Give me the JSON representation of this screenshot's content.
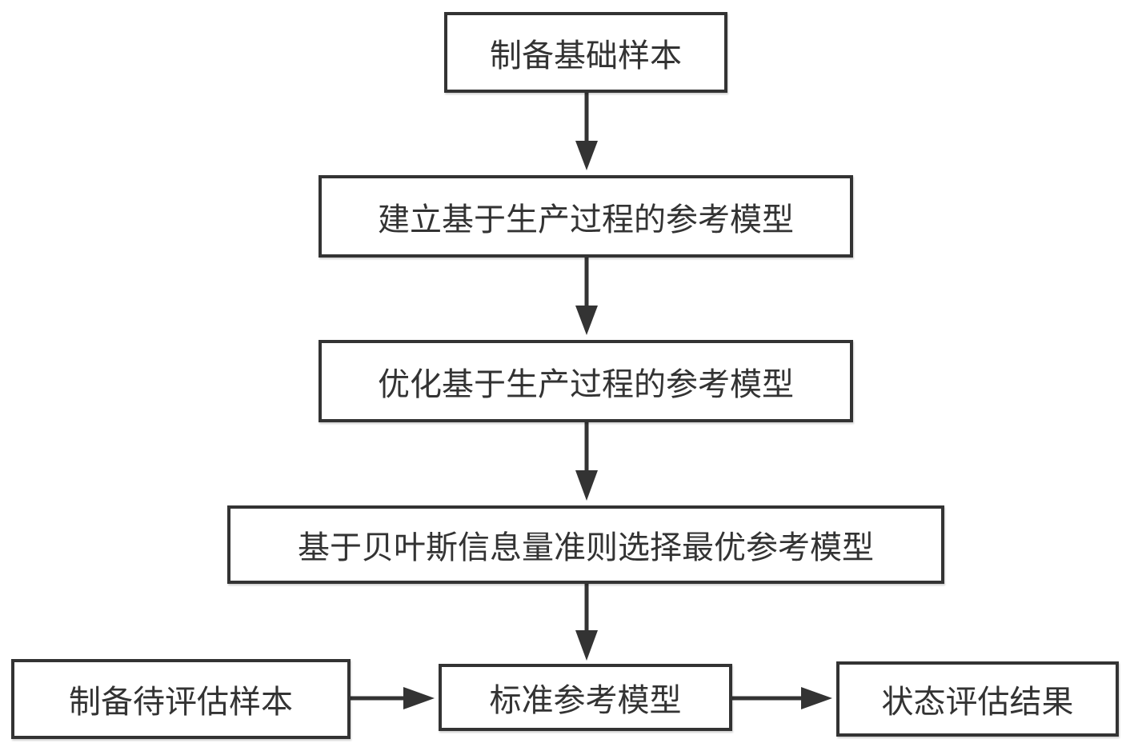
{
  "diagram": {
    "type": "flowchart",
    "nodes": [
      {
        "id": "n1",
        "label": "制备基础样本"
      },
      {
        "id": "n2",
        "label": "建立基于生产过程的参考模型"
      },
      {
        "id": "n3",
        "label": "优化基于生产过程的参考模型"
      },
      {
        "id": "n4",
        "label": "基于贝叶斯信息量准则选择最优参考模型"
      },
      {
        "id": "n5",
        "label": "制备待评估样本"
      },
      {
        "id": "n6",
        "label": "标准参考模型"
      },
      {
        "id": "n7",
        "label": "状态评估结果"
      }
    ],
    "edges": [
      {
        "from": "n1",
        "to": "n2"
      },
      {
        "from": "n2",
        "to": "n3"
      },
      {
        "from": "n3",
        "to": "n4"
      },
      {
        "from": "n4",
        "to": "n6"
      },
      {
        "from": "n5",
        "to": "n6"
      },
      {
        "from": "n6",
        "to": "n7"
      }
    ],
    "colors": {
      "stroke": "#333333",
      "text": "#333333",
      "background": "#ffffff"
    }
  }
}
